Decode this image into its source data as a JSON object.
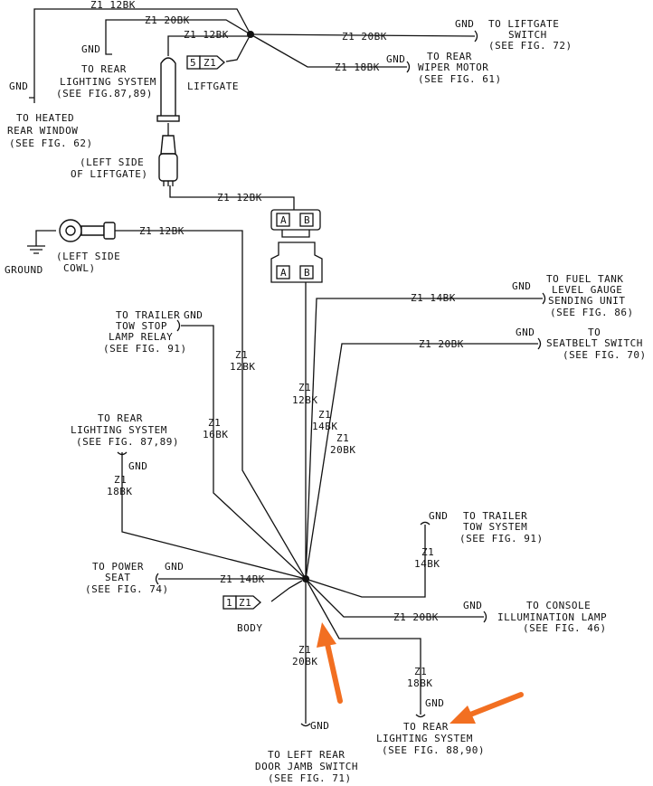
{
  "top": {
    "heated_window": {
      "gnd": "GND",
      "line1": "TO HEATED",
      "line2": "REAR WINDOW",
      "line3": "(SEE FIG. 62)"
    },
    "rear_light_top": {
      "gnd": "GND",
      "line1": "TO REAR",
      "line2": "LIGHTING SYSTEM",
      "line3": "(SEE FIG.87,89)"
    },
    "wire_12bk_a": "Z1 12BK",
    "wire_20bk_a": "Z1 20BK",
    "wire_12bk_b": "Z1 12BK",
    "liftgate_conn": {
      "num": "5",
      "code": "Z1"
    },
    "liftgate_label": "LIFTGATE",
    "liftgate_switch": {
      "wire": "Z1 20BK",
      "gnd": "GND",
      "line1": "TO LIFTGATE",
      "line2": "SWITCH",
      "line3": "(SEE FIG. 72)"
    },
    "wiper": {
      "wire": "Z1 18BK",
      "gnd": "GND",
      "line1": "TO REAR",
      "line2": "WIPER MOTOR",
      "line3": "(SEE FIG. 61)"
    },
    "left_liftgate": {
      "line1": "(LEFT SIDE",
      "line2": "OF LIFTGATE)"
    },
    "wire_12bk_c": "Z1 12BK"
  },
  "connector": {
    "pin_a": "A",
    "pin_b": "B"
  },
  "ground": {
    "wire": "Z1 12BK",
    "label": "GROUND",
    "cowl1": "(LEFT SIDE",
    "cowl2": "COWL)"
  },
  "branches": {
    "fuel": {
      "wire": "Z1 14BK",
      "gnd": "GND",
      "line1": "TO FUEL TANK",
      "line2": "LEVEL GAUGE",
      "line3": "SENDING UNIT",
      "line4": "(SEE FIG. 86)"
    },
    "seatbelt": {
      "wire": "Z1 20BK",
      "gnd": "GND",
      "line1": "TO",
      "line2": "SEATBELT SWITCH",
      "line3": "(SEE FIG. 70)"
    },
    "trailer_stop": {
      "gnd": "GND",
      "line1": "TO TRAILER",
      "line2": "TOW STOP",
      "line3": "LAMP RELAY",
      "line4": "(SEE FIG. 91)"
    },
    "v_12bk": {
      "a": "Z1",
      "b": "12BK"
    },
    "v_16bk": {
      "a": "Z1",
      "b": "16BK"
    },
    "v_12bk_center": {
      "a": "Z1",
      "b": "12BK"
    },
    "v_14bk": {
      "a": "Z1",
      "b": "14BK"
    },
    "v_20bk": {
      "a": "Z1",
      "b": "20BK"
    },
    "rear_light_mid": {
      "line1": "TO REAR",
      "line2": "LIGHTING SYSTEM",
      "line3": "(SEE FIG. 87,89)",
      "gnd": "GND",
      "wa": "Z1",
      "wb": "18BK"
    },
    "trailer_tow": {
      "gnd": "GND",
      "line1": "TO TRAILER",
      "line2": "TOW SYSTEM",
      "line3": "(SEE FIG. 91)",
      "wa": "Z1",
      "wb": "14BK"
    },
    "power_seat": {
      "line1": "TO POWER",
      "line2": "SEAT",
      "line3": "(SEE FIG. 74)",
      "gnd": "GND",
      "wire": "Z1 14BK"
    },
    "body_conn": {
      "num": "1",
      "code": "Z1"
    },
    "body_label": "BODY",
    "console": {
      "wire": "Z1 20BK",
      "gnd": "GND",
      "line1": "TO CONSOLE",
      "line2": "ILLUMINATION LAMP",
      "line3": "(SEE FIG. 46)"
    },
    "door": {
      "wa": "Z1",
      "wb": "20BK",
      "gnd": "GND",
      "line1": "TO LEFT REAR",
      "line2": "DOOR JAMB SWITCH",
      "line3": "(SEE FIG. 71)"
    },
    "rear_light_bot": {
      "wa": "Z1",
      "wb": "18BK",
      "gnd": "GND",
      "line1": "TO REAR",
      "line2": "LIGHTING SYSTEM",
      "line3": "(SEE FIG. 88,90)"
    }
  },
  "colors": {
    "arrow": "#f26f21",
    "line": "#111111"
  }
}
